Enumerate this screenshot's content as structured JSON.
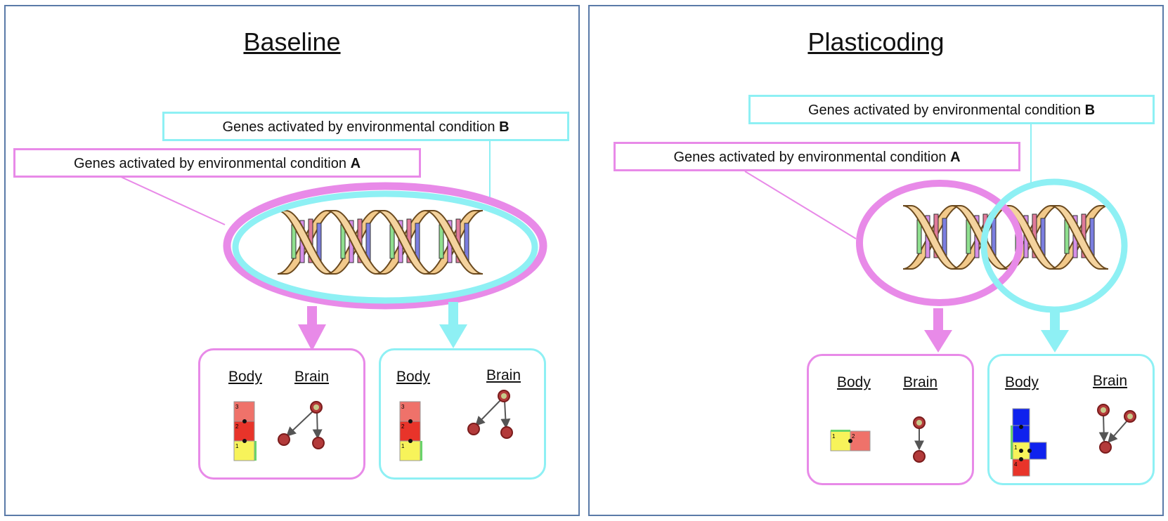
{
  "panels": [
    {
      "title": "Baseline",
      "label_b_prefix": "Genes activated by environmental condition ",
      "label_b_letter": "B",
      "label_a_prefix": "Genes activated by environmental condition ",
      "label_a_letter": "A",
      "cards": [
        {
          "body": "Body",
          "brain": "Brain",
          "modules": [
            "3",
            "2",
            "1"
          ]
        },
        {
          "body": "Body",
          "brain": "Brain",
          "modules": [
            "3",
            "2",
            "1"
          ]
        }
      ]
    },
    {
      "title": "Plasticoding",
      "label_b_prefix": "Genes activated by environmental condition ",
      "label_b_letter": "B",
      "label_a_prefix": "Genes activated by environmental condition ",
      "label_a_letter": "A",
      "cards": [
        {
          "body": "Body",
          "brain": "Brain",
          "modules": [
            "1",
            "2"
          ]
        },
        {
          "body": "Body",
          "brain": "Brain",
          "modules": [
            "1",
            "4"
          ]
        }
      ]
    }
  ],
  "colors": {
    "condition_a": "#e88ae8",
    "condition_b": "#8ef0f4",
    "panel_border": "#5a7aa8",
    "dna_backbone": "#f2c98a",
    "module_core": "#f7f35a",
    "module_red": "#e8342a",
    "module_light_red": "#ef726a",
    "module_blue": "#0f22ee",
    "neuron": "#b33a3a"
  }
}
